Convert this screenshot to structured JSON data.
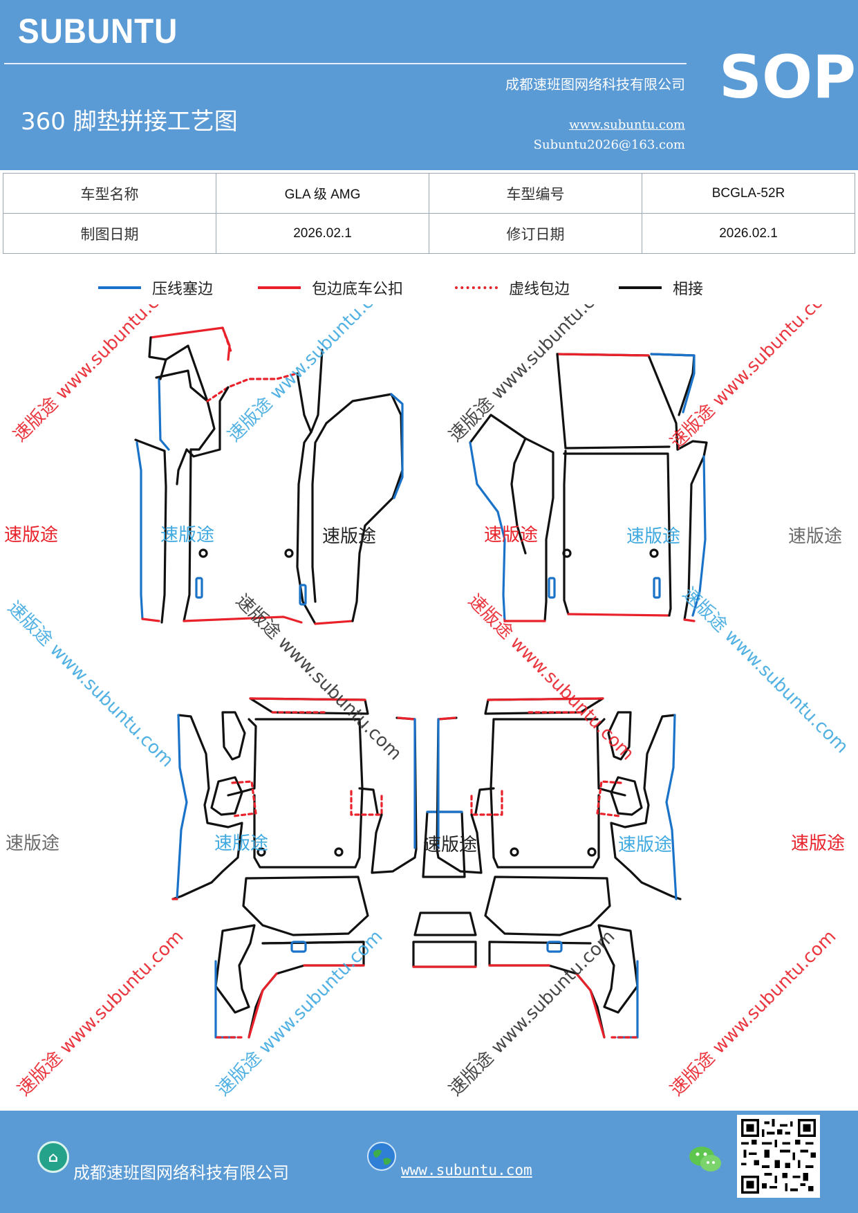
{
  "header": {
    "brand": "SUBUNTU",
    "doc_type": "SOP",
    "title": "360 脚垫拼接工艺图",
    "company": "成都速班图网络科技有限公司",
    "website": "www.subuntu.com",
    "email": "Subuntu2026@163.com"
  },
  "info_table": {
    "row1": {
      "label1": "车型名称",
      "value1": "GLA 级 AMG",
      "label2": "车型编号",
      "value2": "BCGLA-52R"
    },
    "row2": {
      "label1": "制图日期",
      "value1": "2026.02.1",
      "label2": "修订日期",
      "value2": "2026.02.1"
    }
  },
  "legend": [
    {
      "label": "压线塞边",
      "color": "#1a73c8",
      "style": "solid"
    },
    {
      "label": "包边底车公扣",
      "color": "#e8212a",
      "style": "solid"
    },
    {
      "label": "虚线包边",
      "color": "#e8212a",
      "style": "dotted"
    },
    {
      "label": "相接",
      "color": "#111111",
      "style": "solid"
    }
  ],
  "watermarks": {
    "label": "速版途",
    "diagonal": "速版途 www.subuntu.com",
    "colors": {
      "red": "#e8212a",
      "blue": "#3fa9e0",
      "black": "#222222",
      "gray": "#6b6b6b"
    }
  },
  "footer": {
    "company": "成都速班图网络科技有限公司",
    "website": "www.subuntu.com",
    "icons": [
      "home-icon",
      "globe-icon",
      "wechat-icon",
      "qr-code"
    ]
  }
}
